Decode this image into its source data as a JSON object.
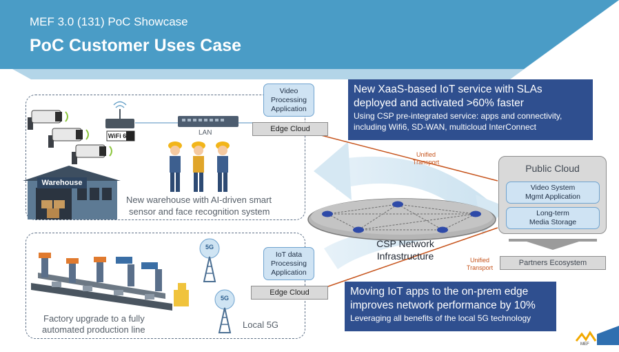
{
  "header": {
    "subtitle": "MEF 3.0 (131) PoC Showcase",
    "title": "PoC Customer Uses Case"
  },
  "warehouse": {
    "sign": "Warehouse",
    "wifi_label": "WiFi 6",
    "lan_label": "LAN",
    "caption_line1": "New warehouse with AI-driven smart",
    "caption_line2": "sensor and face recognition system"
  },
  "factory": {
    "caption_line1": "Factory upgrade to a fully",
    "caption_line2": "automated production line",
    "local5g_label": "Local 5G",
    "tower_label": "5G"
  },
  "edge_top": {
    "app_line1": "Video",
    "app_line2": "Processing",
    "app_line3": "Application",
    "cloud_label": "Edge Cloud"
  },
  "edge_bottom": {
    "app_line1": "IoT data",
    "app_line2": "Processing",
    "app_line3": "Application",
    "cloud_label": "Edge Cloud"
  },
  "transport_top": {
    "line1": "Unified",
    "line2": "Transport"
  },
  "transport_bottom": {
    "line1": "Unified",
    "line2": "Transport"
  },
  "csp": {
    "line1": "CSP Network",
    "line2": "Infrastructure"
  },
  "public_cloud": {
    "title": "Public Cloud",
    "item1_line1": "Video System",
    "item1_line2": "Mgmt Application",
    "item2_line1": "Long-term",
    "item2_line2": "Media Storage"
  },
  "partners": {
    "label": "Partners Ecosystem"
  },
  "callout_top": {
    "line1": "New XaaS-based IoT service with SLAs",
    "line2": "deployed and activated >60% faster",
    "line3": "Using CSP pre-integrated service: apps and connectivity,",
    "line4": "including Wifi6, SD-WAN, multicloud InterConnect"
  },
  "callout_bottom": {
    "line1": "Moving IoT apps to the on-prem edge",
    "line2": "improves network performance by 10%",
    "line3": "Leveraging all benefits of the local 5G technology"
  },
  "logo": {
    "text": "MEF"
  },
  "colors": {
    "header_blue": "#4a9cc6",
    "callout_navy": "#2f4f8f",
    "link_orange": "#c6531b",
    "arrow_light": "#cfe4f0"
  }
}
